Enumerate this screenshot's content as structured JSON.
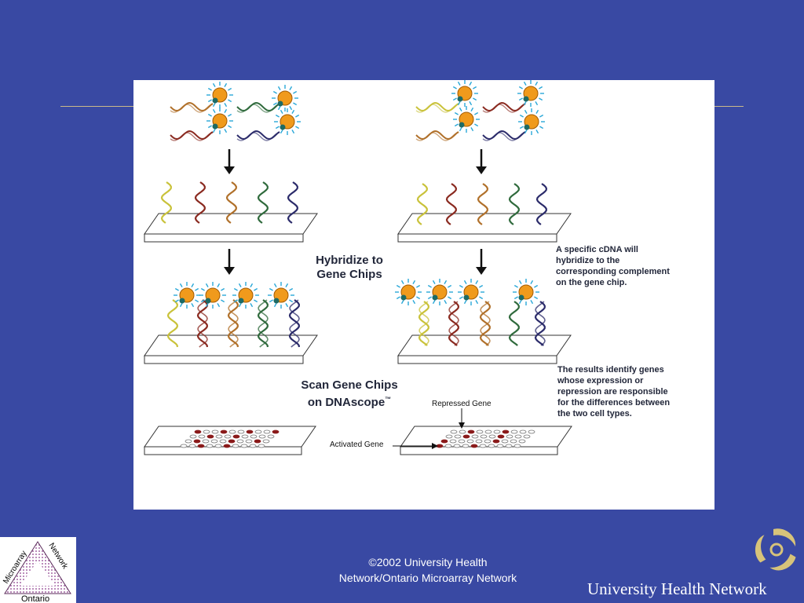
{
  "diagram": {
    "hybridize_label": [
      "Hybridize to",
      "Gene Chips"
    ],
    "scan_label": [
      "Scan Gene Chips",
      "on DNAscope"
    ],
    "scan_mark": "™",
    "note_hybridize": [
      "A specific cDNA will",
      "hybridize to the",
      "corresponding complement",
      "on the gene chip."
    ],
    "note_results": [
      "The results identify genes",
      "whose expression or",
      "repression are responsible",
      "for the differences between",
      "the two cell types."
    ],
    "repressed_label": "Repressed Gene",
    "activated_label": "Activated Gene",
    "colors": {
      "yellow": "#c9c23a",
      "red": "#8a2a20",
      "orange": "#b0702a",
      "green": "#2f6a3c",
      "navy": "#2b2b6a",
      "bulb": "#f09a1c",
      "spot": "#8a1a1a"
    }
  },
  "footer": {
    "line1": "©2002 University Health",
    "line2": "Network/Ontario Microarray Network"
  },
  "logo_left": {
    "word1": "Microarray",
    "word2": "Network",
    "word3": "Ontario"
  },
  "brand": "University Health Network"
}
